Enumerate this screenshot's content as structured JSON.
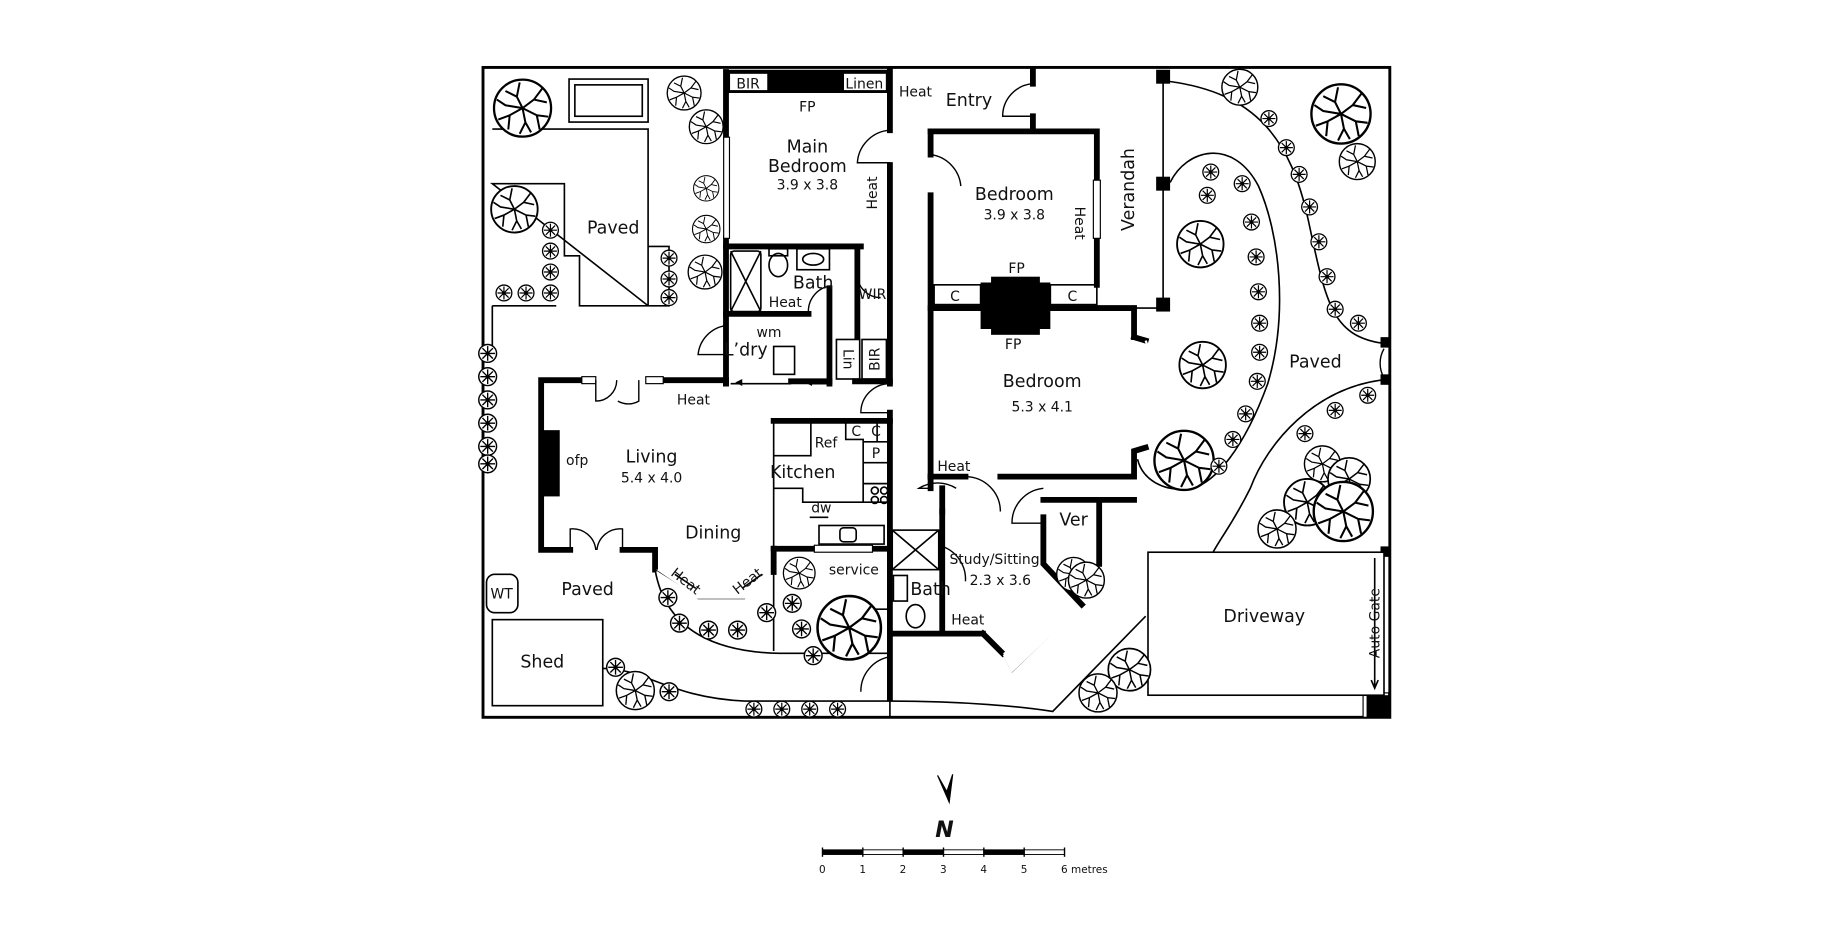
{
  "plan": {
    "main_bedroom": {
      "bir": "BIR",
      "linen": "Linen",
      "fp": "FP",
      "name1": "Main",
      "name2": "Bedroom",
      "dims": "3.9 x 3.8",
      "heat": "Heat"
    },
    "ensuite": {
      "bath": "Bath",
      "heat": "Heat",
      "wir": "WIR"
    },
    "laundry": {
      "wm": "wm",
      "name": "L’dry",
      "lin": "Lin",
      "bir": "BIR"
    },
    "paved_nw": "Paved",
    "hall_heat": "Heat",
    "entry": {
      "name": "Entry",
      "heat": "Heat"
    },
    "bedroom2": {
      "name": "Bedroom",
      "dims": "3.9 x 3.8",
      "heat": "Heat",
      "fp": "FP",
      "c1": "C",
      "c2": "C"
    },
    "verandah": "Verandah",
    "bedroom3": {
      "fp": "FP",
      "name": "Bedroom",
      "dims": "5.3 x 4.1",
      "heat": "Heat"
    },
    "paved_e": "Paved",
    "living": {
      "name": "Living",
      "dims": "5.4 x 4.0",
      "ofp": "ofp",
      "dining": "Dining",
      "heat1": "Heat",
      "heat2": "Heat"
    },
    "kitchen": {
      "name": "Kitchen",
      "ref": "Ref",
      "c1": "C",
      "c2": "C",
      "p": "P",
      "dw": "dw",
      "service": "service"
    },
    "paved_sw": "Paved",
    "wt": "WT",
    "shed": "Shed",
    "bath2": {
      "name": "Bath",
      "heat": "Heat"
    },
    "study": {
      "name": "Study/Sitting",
      "dims": "2.3 x 3.6"
    },
    "ver": "Ver",
    "driveway": "Driveway",
    "auto_gate": "Auto Gate"
  },
  "compass": {
    "label": "N"
  },
  "scale": {
    "ticks": [
      "0",
      "1",
      "2",
      "3",
      "4",
      "5",
      "6 metres"
    ]
  }
}
